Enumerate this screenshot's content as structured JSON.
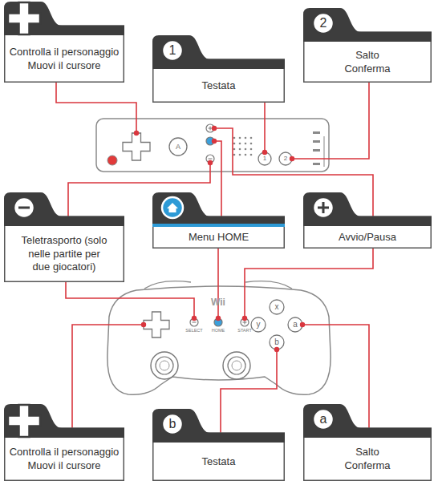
{
  "diagram": {
    "nodes": [
      {
        "text": [
          "Controlla il personaggio Muovi il cursore"
        ]
      },
      {
        "text": [
          "1",
          "Testata"
        ]
      },
      {
        "text": [
          "2",
          "Salto Conferma"
        ]
      },
      {
        "text": [
          "Teletrasporto (solo nelle partite per due giocatori)"
        ]
      },
      {
        "text": [
          "Menu HOME"
        ]
      },
      {
        "text": [
          "Avvio/Pausa"
        ]
      },
      {
        "text": [
          "Controlla il personaggio Muovi il cursore"
        ]
      },
      {
        "text": [
          "b",
          "Testata"
        ]
      },
      {
        "text": [
          "a",
          "Salto Conferma"
        ]
      }
    ],
    "labels": [
      "A",
      "1",
      "2",
      "Wii",
      "SELECT",
      "HOME",
      "START",
      "x",
      "y",
      "a",
      "b"
    ]
  }
}
